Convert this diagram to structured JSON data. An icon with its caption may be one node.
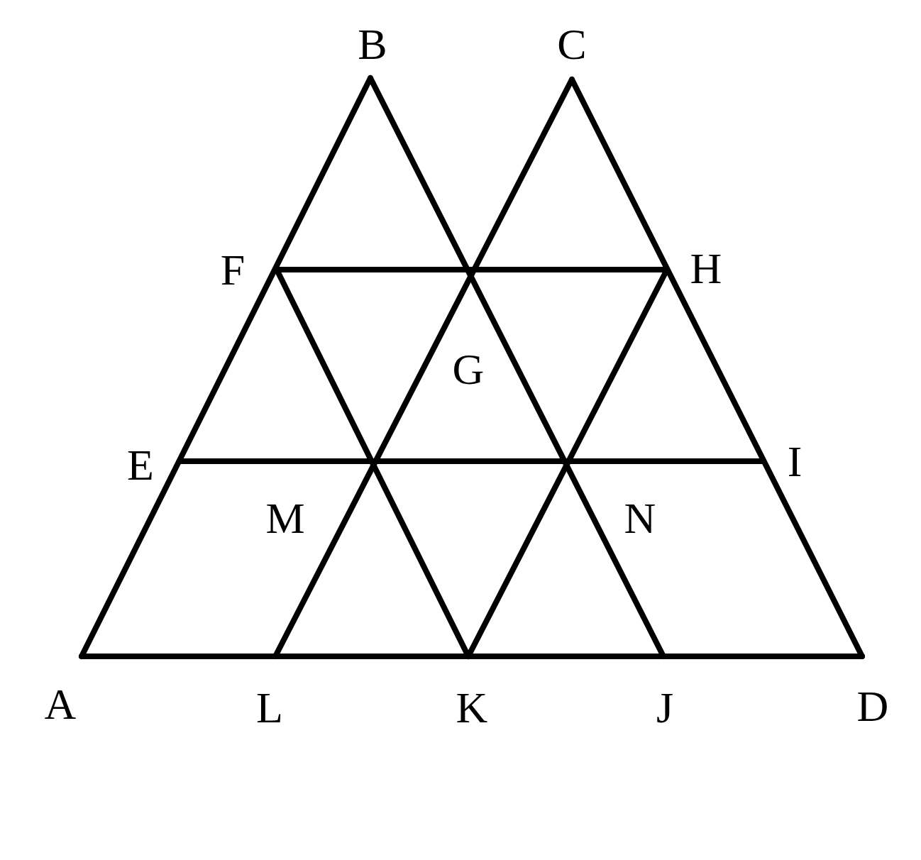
{
  "diagram": {
    "labels": [
      "B",
      "C",
      "F",
      "H",
      "G",
      "E",
      "I",
      "M",
      "N",
      "A",
      "L",
      "K",
      "J",
      "D"
    ]
  }
}
